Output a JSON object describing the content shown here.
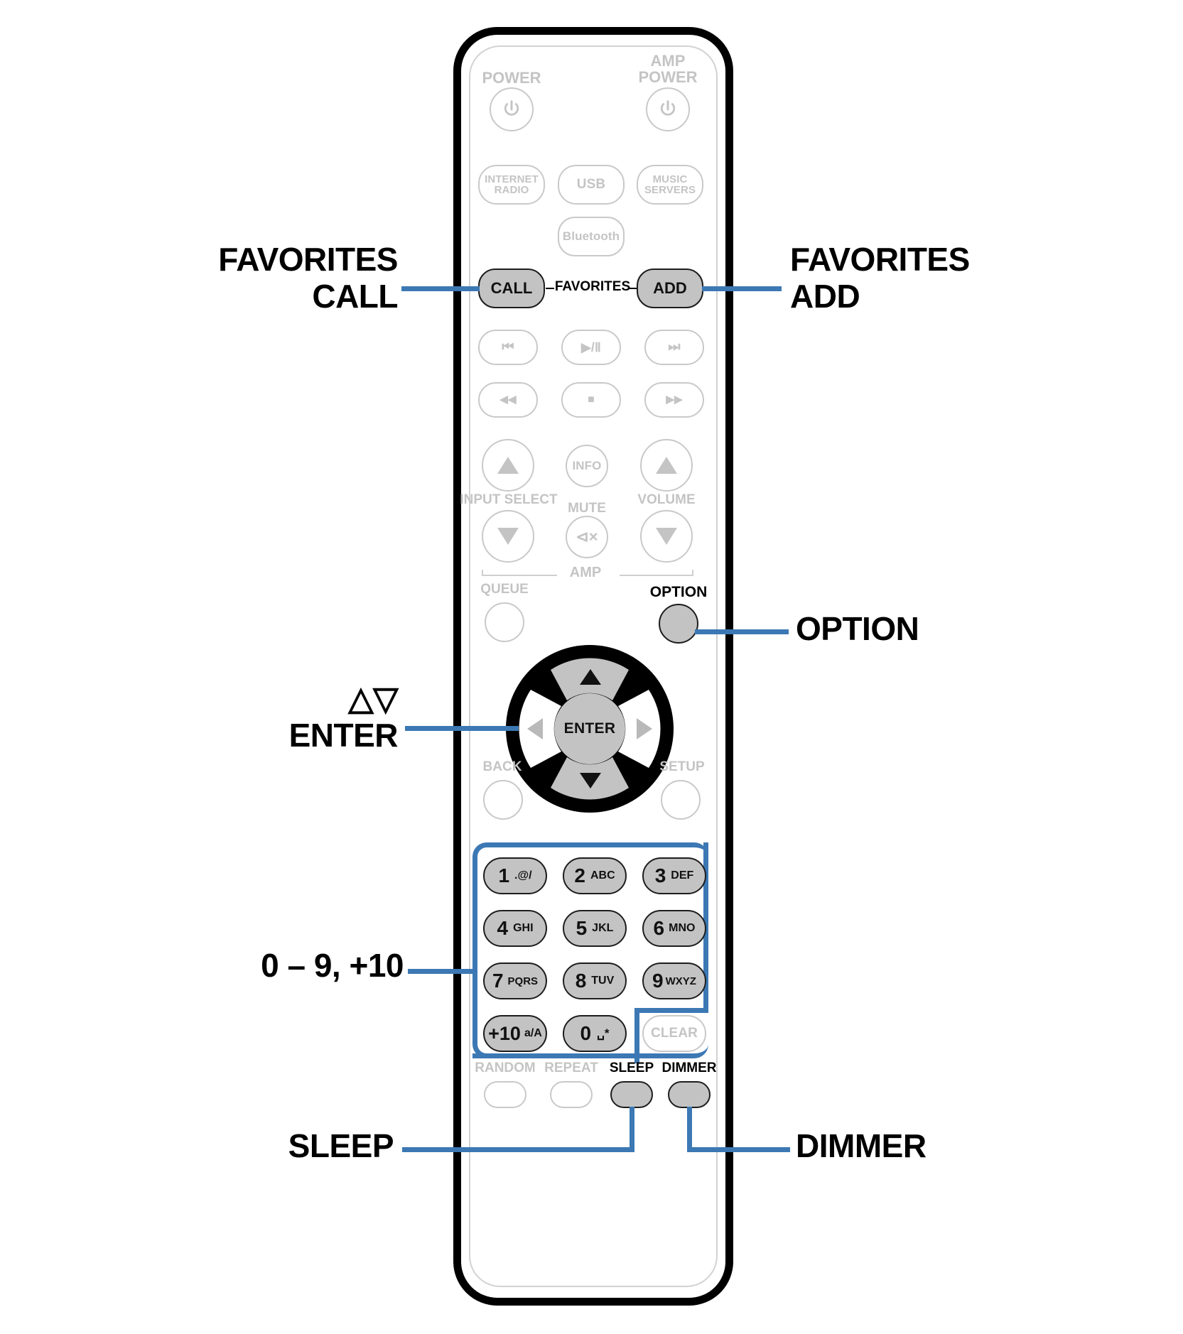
{
  "device": {
    "type": "remote-control",
    "description": "Audio component remote control diagram with callouts"
  },
  "remote": {
    "top_section": {
      "power_label": "POWER",
      "amp_power_label": "AMP\nPOWER",
      "power_icon": "power-icon",
      "amp_power_icon": "power-icon",
      "source_buttons": [
        {
          "id": "internet-radio",
          "label": "INTERNET\nRADIO"
        },
        {
          "id": "usb",
          "label": "USB"
        },
        {
          "id": "music-servers",
          "label": "MUSIC\nSERVERS"
        },
        {
          "id": "bluetooth",
          "label": "Bluetooth"
        }
      ]
    },
    "favorites_row": {
      "group_label": "FAVORITES",
      "call_label": "CALL",
      "add_label": "ADD"
    },
    "transport": [
      {
        "id": "previous",
        "glyph": "⏮"
      },
      {
        "id": "play-pause",
        "glyph": "▶/Ⅱ"
      },
      {
        "id": "next",
        "glyph": "⏭"
      },
      {
        "id": "rewind",
        "glyph": "◀◀"
      },
      {
        "id": "stop",
        "glyph": "■"
      },
      {
        "id": "fast-forward",
        "glyph": "▶▶"
      }
    ],
    "amp_section": {
      "input_select_label": "INPUT SELECT",
      "mute_label": "MUTE",
      "volume_label": "VOLUME",
      "info_label": "INFO",
      "amp_bracket_label": "AMP",
      "mute_glyph": "⊲×"
    },
    "queue_label": "QUEUE",
    "option_label": "OPTION",
    "back_label": "BACK",
    "setup_label": "SETUP",
    "dpad": {
      "enter_label": "ENTER",
      "up": "up-arrow",
      "down": "down-arrow",
      "left": "left-arrow",
      "right": "right-arrow"
    },
    "keypad": [
      {
        "digit": "1",
        "letters": ".@/"
      },
      {
        "digit": "2",
        "letters": "ABC"
      },
      {
        "digit": "3",
        "letters": "DEF"
      },
      {
        "digit": "4",
        "letters": "GHI"
      },
      {
        "digit": "5",
        "letters": "JKL"
      },
      {
        "digit": "6",
        "letters": "MNO"
      },
      {
        "digit": "7",
        "letters": "PQRS"
      },
      {
        "digit": "8",
        "letters": "TUV"
      },
      {
        "digit": "9",
        "letters": "WXYZ"
      },
      {
        "digit": "+10",
        "letters": "a/A"
      },
      {
        "digit": "0",
        "letters": "␣*"
      }
    ],
    "clear_label": "CLEAR",
    "bottom_row": {
      "random_label": "RANDOM",
      "repeat_label": "REPEAT",
      "sleep_label": "SLEEP",
      "dimmer_label": "DIMMER"
    }
  },
  "callouts": {
    "favorites_call": "FAVORITES\nCALL",
    "favorites_add": "FAVORITES\nADD",
    "option": "OPTION",
    "cursor_enter": "△▽\nENTER",
    "numeric": "0 – 9, +10",
    "sleep": "SLEEP",
    "dimmer": "DIMMER"
  },
  "colors": {
    "leader_line": "#3c78b4",
    "highlight_fill": "#c3c3c3",
    "highlight_stroke": "#1d1d1d",
    "ghost_stroke": "#c9c9c9",
    "ghost_text": "#c4c4c4",
    "body_stroke": "#000000"
  }
}
